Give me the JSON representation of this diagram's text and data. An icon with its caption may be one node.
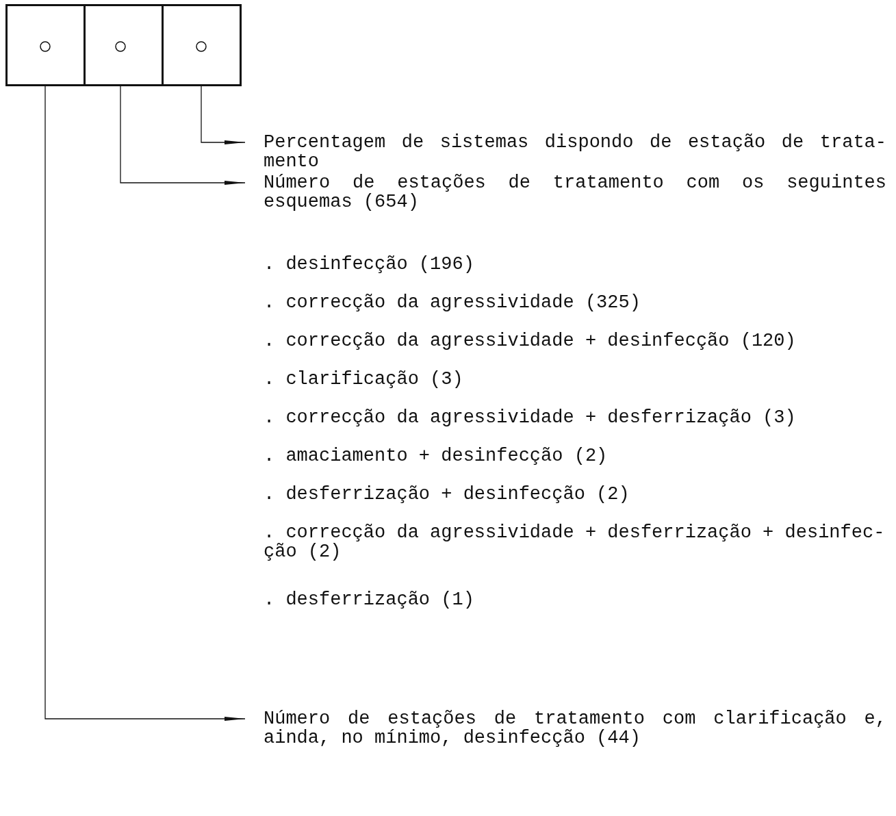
{
  "diagram": {
    "nodes": [
      {
        "text": [],
        "shape": "box"
      },
      {
        "text": [],
        "shape": "box"
      },
      {
        "text": [],
        "shape": "box"
      },
      {
        "text": [],
        "shape": "circle",
        "in": 0
      },
      {
        "text": [],
        "shape": "circle",
        "in": 1
      },
      {
        "text": [],
        "shape": "circle",
        "in": 2
      },
      {
        "text": [
          "Percentagem de sistemas dispondo de estação de trata- mento"
        ]
      },
      {
        "text": [
          "Número de estações de tratamento com os seguintes esquemas (654)"
        ]
      },
      {
        "text": [
          "Número de estações de tratamento com clarificação e, ainda, no mínimo, desinfecção (44)"
        ]
      }
    ],
    "edges": [
      {
        "from": 5,
        "to": 6,
        "arrow": "to"
      },
      {
        "from": 4,
        "to": 7,
        "arrow": "to"
      },
      {
        "from": 3,
        "to": 8,
        "arrow": "to"
      }
    ],
    "labels": [
      ". desinfecção (196)",
      ". correcção da agressividade (325)",
      ". correcção da agressividade + desinfecção (120)",
      ". clarificação (3)",
      ". correcção da agressividade + desferrização (3)",
      ". amaciamento + desinfecção (2)",
      ". desferrização + desinfecção (2)",
      ". correcção da agressividade + desferrização + desinfec- ção (2)",
      ". desferrização (1)"
    ]
  }
}
